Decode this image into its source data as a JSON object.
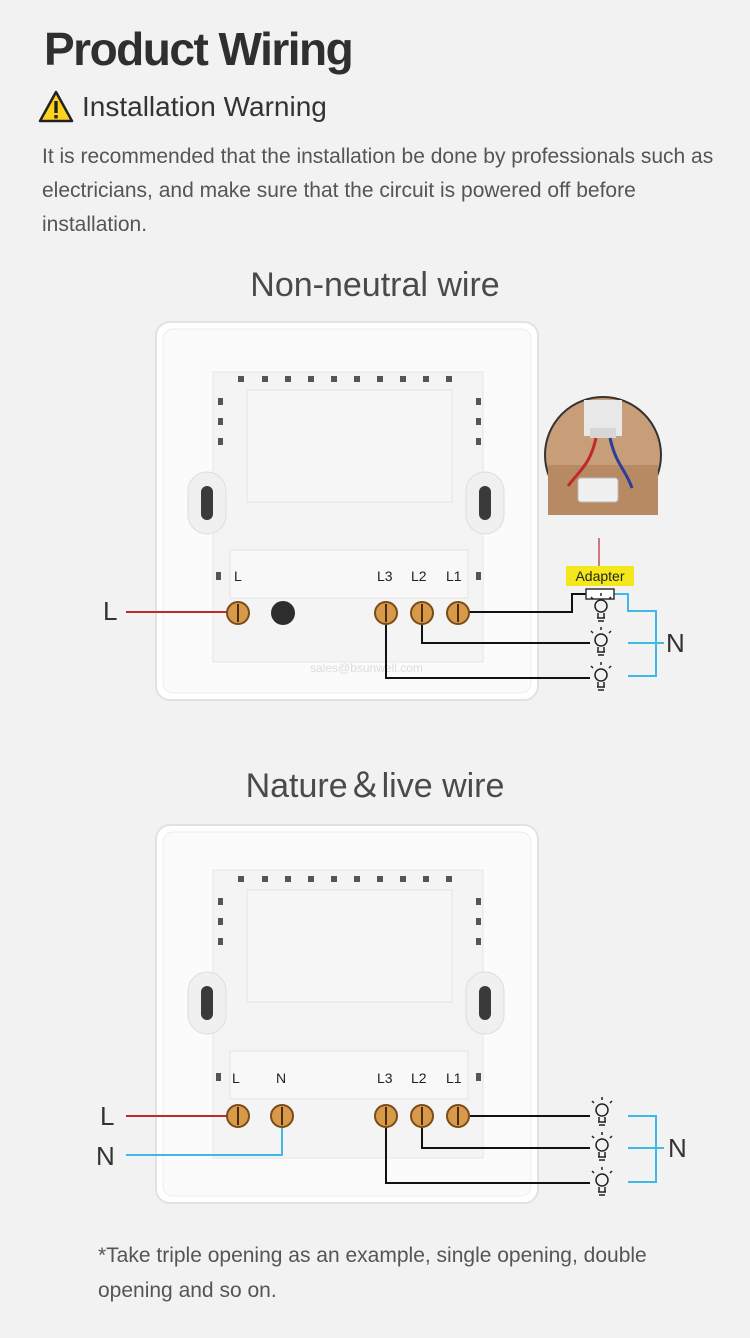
{
  "page": {
    "title": "Product Wiring"
  },
  "warning": {
    "icon": "warning-triangle-icon",
    "title": "Installation Warning",
    "text": "It is recommended that the installation be done by professionals such as electricians, and make sure that the circuit is powered off before installation."
  },
  "diagram1": {
    "title": "Non-neutral wire",
    "terminals": {
      "l": "L",
      "l3": "L3",
      "l2": "L2",
      "l1": "L1"
    },
    "left_wire_label": "L",
    "neutral_label": "N",
    "adapter_label": "Adapter",
    "watermark": "sales@bsunwell.com"
  },
  "diagram2": {
    "title": "Nature＆live wire",
    "terminals": {
      "l": "L",
      "n": "N",
      "l3": "L3",
      "l2": "L2",
      "l1": "L1"
    },
    "left_wire_label_l": "L",
    "left_wire_label_n": "N",
    "neutral_label": "N"
  },
  "footnote": "*Take triple opening as an example, single opening, double opening and so on.",
  "colors": {
    "live": "#c0282f",
    "neutral": "#3fb8e6",
    "load": "#111111",
    "adapter_bg": "#f4e81b"
  }
}
